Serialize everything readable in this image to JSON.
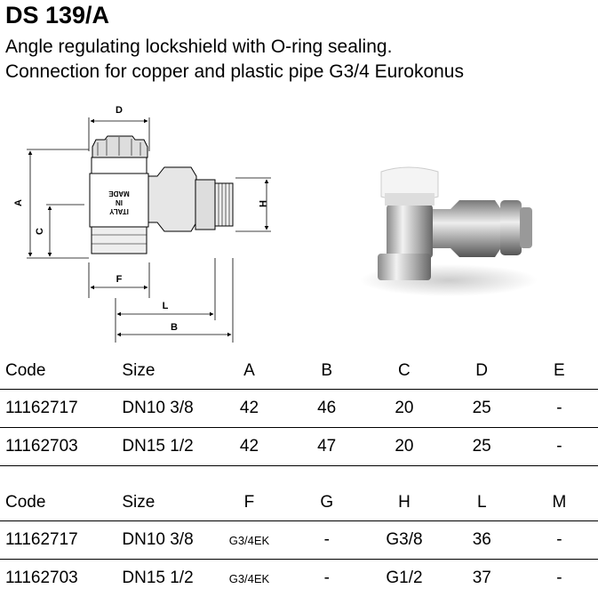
{
  "header": {
    "title": "DS 139/A",
    "subtitle_line1": "Angle regulating lockshield with O-ring sealing.",
    "subtitle_line2": "Connection for copper and plastic pipe G3/4 Eurokonus"
  },
  "drawing": {
    "dim_labels": {
      "A": "A",
      "B": "B",
      "C": "C",
      "D": "D",
      "F": "F",
      "H": "H",
      "L": "L"
    },
    "body_text": [
      "ITALY",
      "IN",
      "MADE"
    ]
  },
  "table1": {
    "headers": [
      "Code",
      "Size",
      "A",
      "B",
      "C",
      "D",
      "E"
    ],
    "rows": [
      [
        "11162717",
        "DN10 3/8",
        "42",
        "46",
        "20",
        "25",
        "-"
      ],
      [
        "11162703",
        "DN15 1/2",
        "42",
        "47",
        "20",
        "25",
        "-"
      ]
    ]
  },
  "table2": {
    "headers": [
      "Code",
      "Size",
      "F",
      "G",
      "H",
      "L",
      "M"
    ],
    "rows": [
      [
        "11162717",
        "DN10 3/8",
        "G3/4EK",
        "-",
        "G3/8",
        "36",
        "-"
      ],
      [
        "11162703",
        "DN15 1/2",
        "G3/4EK",
        "-",
        "G1/2",
        "37",
        "-"
      ]
    ]
  }
}
